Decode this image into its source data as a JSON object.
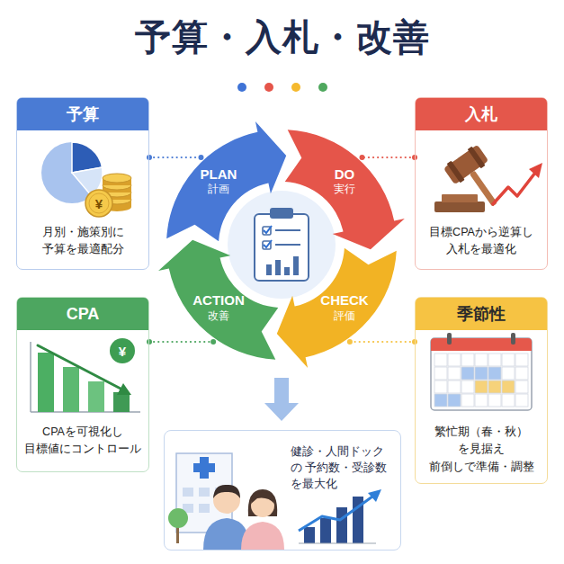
{
  "diagram": {
    "title": "予算・入札・改善",
    "nodes": [
      {
        "text": [
          "予算",
          "月別・施策別に 予算を最適配分"
        ]
      },
      {
        "text": [
          "PLAN",
          "計画"
        ]
      },
      {
        "text": [
          "DO",
          "実行"
        ]
      },
      {
        "text": [
          "入札",
          "目標CPAから逆算し 入札を最適化"
        ]
      },
      {
        "text": [
          "CPA",
          "CPAを可視化し 目標値にコントロール"
        ]
      },
      {
        "text": [
          "ACTION",
          "改善"
        ]
      },
      {
        "text": [
          "CHECK",
          "評価"
        ]
      },
      {
        "text": [
          "季節性",
          "繁忙期（春・秋）を見据え 前倒しで準備・調整"
        ]
      },
      {
        "text": [
          "健診・人間ドックの 予約数・受診数を最大化"
        ]
      }
    ],
    "edges": [
      {
        "from": 0,
        "to": 1,
        "arrow": "none"
      },
      {
        "from": 3,
        "to": 2,
        "arrow": "none"
      },
      {
        "from": 4,
        "to": 5,
        "arrow": "none"
      },
      {
        "from": 7,
        "to": 6,
        "arrow": "none"
      }
    ],
    "labels": [
      "¥",
      "¥"
    ]
  }
}
